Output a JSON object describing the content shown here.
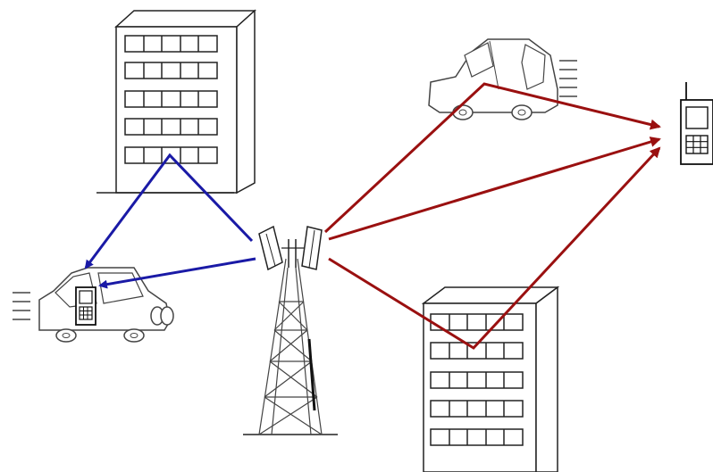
{
  "diagram": {
    "description_visible_text": [],
    "colors": {
      "outline": "#222222",
      "building_side": "#ffffff",
      "blue_path": "#1a1aa6",
      "red_path": "#9a1010",
      "background": "#ffffff"
    },
    "icons": [
      "building-icon",
      "car-icon",
      "cell-tower-icon",
      "mobile-phone-icon",
      "antenna-panel-icon"
    ],
    "signal_paths": {
      "blue": [
        "tower-to-building-to-car-reflection",
        "tower-to-car-direct"
      ],
      "red": [
        "tower-to-car-to-phone",
        "tower-to-phone-direct",
        "tower-to-building-to-phone"
      ]
    }
  }
}
